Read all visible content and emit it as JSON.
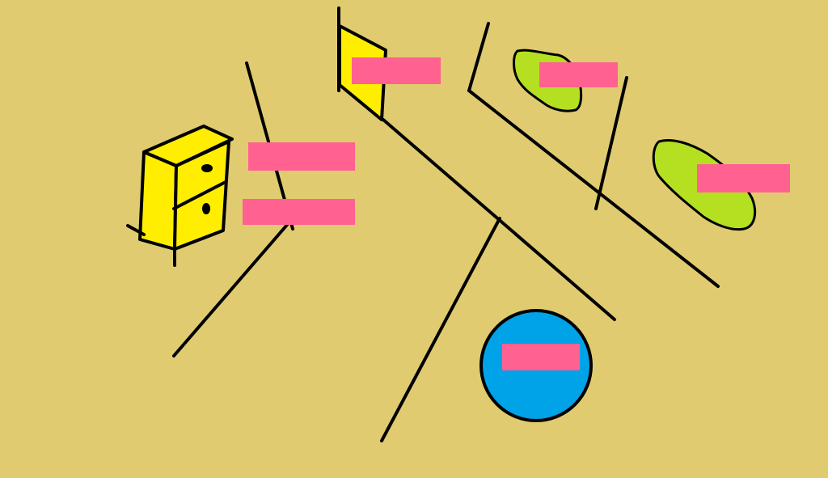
{
  "scene": {
    "background_color": "#e0cb70",
    "stroke_color": "#000000",
    "redaction_color": "#ff6190",
    "cabinet": {
      "icon": "filing-cabinet-icon",
      "front_color": "#ffee00",
      "side_color": "#f4de00"
    },
    "door": {
      "icon": "door-icon",
      "color": "#ffee00"
    },
    "bushes": {
      "icon": "bush-icon",
      "color": "#b4e021"
    },
    "round_object": {
      "icon": "circle-object-icon",
      "color": "#00a2e8"
    },
    "labels": [
      {
        "id": "label-cabinet-top",
        "text": "",
        "redacted": true
      },
      {
        "id": "label-cabinet-bottom",
        "text": "",
        "redacted": true
      },
      {
        "id": "label-door",
        "text": "",
        "redacted": true
      },
      {
        "id": "label-bush-top",
        "text": "",
        "redacted": true
      },
      {
        "id": "label-bush-right",
        "text": "",
        "redacted": true
      },
      {
        "id": "label-circle",
        "text": "",
        "redacted": true
      }
    ]
  }
}
